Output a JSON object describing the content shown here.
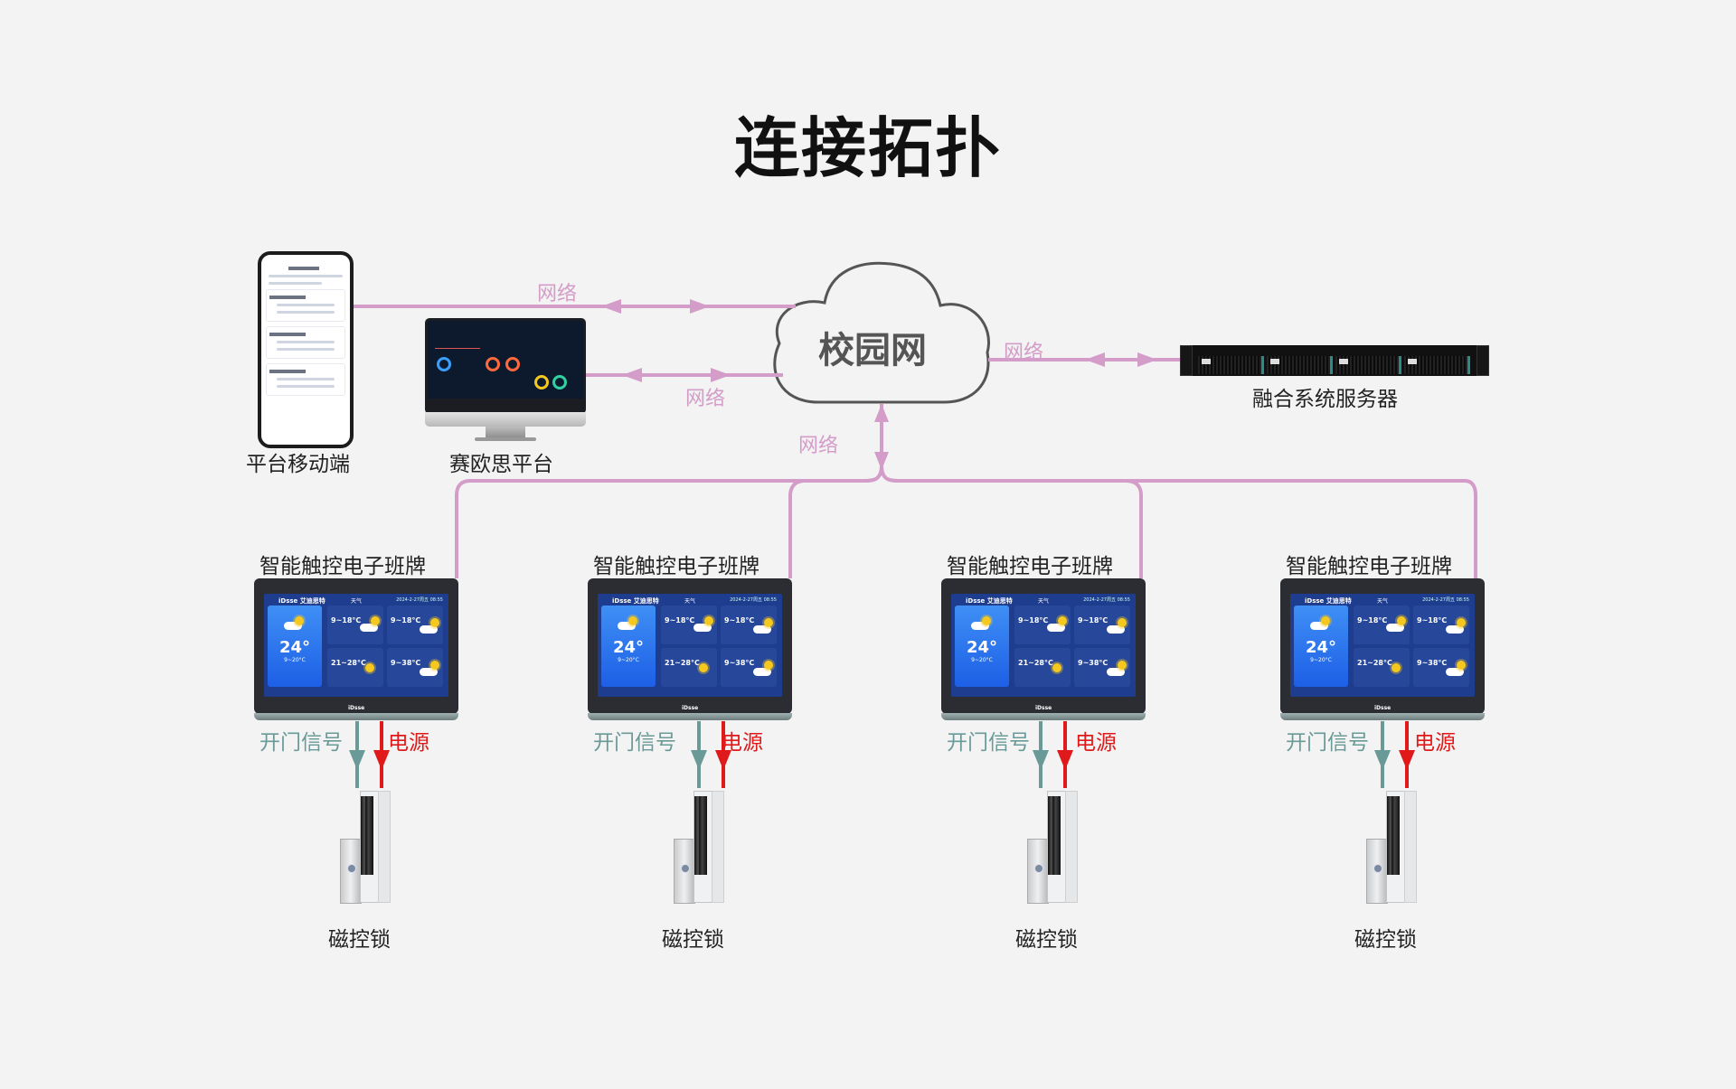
{
  "title": "连接拓扑",
  "colors": {
    "background": "#f3f3f3",
    "network_line": "#d49cc8",
    "signal_line": "#6a9a98",
    "power_line": "#e01a1a",
    "cloud_stroke": "#555555"
  },
  "nodes": {
    "mobile": {
      "label": "平台移动端",
      "icon": "smartphone-icon"
    },
    "platform": {
      "label": "赛欧思平台",
      "icon": "monitor-icon"
    },
    "campus_network": {
      "label": "校园网",
      "icon": "cloud-icon"
    },
    "server": {
      "label": "融合系统服务器",
      "icon": "rack-server-icon"
    }
  },
  "links": {
    "mobile_to_cloud": "网络",
    "platform_to_cloud": "网络",
    "cloud_to_server": "网络",
    "cloud_to_panels": "网络"
  },
  "panels": [
    {
      "label": "智能触控电子班牌",
      "signal_label": "开门信号",
      "power_label": "电源",
      "lock_label": "磁控锁",
      "screen": {
        "brand": "iDsse 艾迪思特",
        "title": "天气",
        "date": "2024-2-27周五 08:55",
        "today": {
          "temp": "24°",
          "range": "9~20°C"
        },
        "forecast": [
          "9~18°C",
          "9~18°C",
          "21~28°C",
          "9~38°C"
        ]
      }
    },
    {
      "label": "智能触控电子班牌",
      "signal_label": "开门信号",
      "power_label": "电源",
      "lock_label": "磁控锁",
      "screen": {
        "brand": "iDsse 艾迪思特",
        "title": "天气",
        "date": "2024-2-27周五 08:55",
        "today": {
          "temp": "24°",
          "range": "9~20°C"
        },
        "forecast": [
          "9~18°C",
          "9~18°C",
          "21~28°C",
          "9~38°C"
        ]
      }
    },
    {
      "label": "智能触控电子班牌",
      "signal_label": "开门信号",
      "power_label": "电源",
      "lock_label": "磁控锁",
      "screen": {
        "brand": "iDsse 艾迪思特",
        "title": "天气",
        "date": "2024-2-27周五 08:55",
        "today": {
          "temp": "24°",
          "range": "9~20°C"
        },
        "forecast": [
          "9~18°C",
          "9~18°C",
          "21~28°C",
          "9~38°C"
        ]
      }
    },
    {
      "label": "智能触控电子班牌",
      "signal_label": "开门信号",
      "power_label": "电源",
      "lock_label": "磁控锁",
      "screen": {
        "brand": "iDsse 艾迪思特",
        "title": "天气",
        "date": "2024-2-27周五 08:55",
        "today": {
          "temp": "24°",
          "range": "9~20°C"
        },
        "forecast": [
          "9~18°C",
          "9~18°C",
          "21~28°C",
          "9~38°C"
        ]
      }
    }
  ]
}
